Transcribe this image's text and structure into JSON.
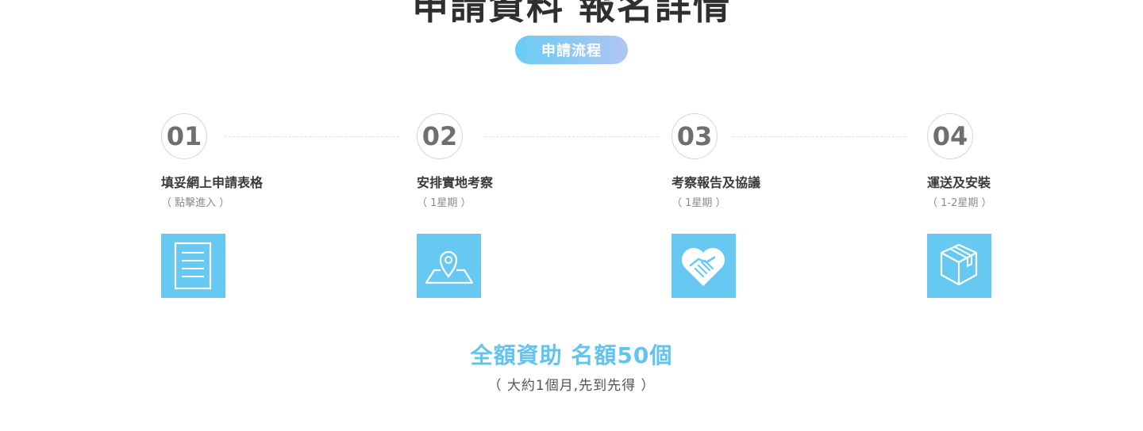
{
  "header": {
    "clipped_title": "申請資料 報名詳情"
  },
  "process_pill": "申請流程",
  "steps": [
    {
      "number": "01",
      "title": "填妥網上申請表格",
      "sub": "（ 點擊進入 ）",
      "icon": "document-icon"
    },
    {
      "number": "02",
      "title": "安排實地考察",
      "sub": "（ 1星期 ）",
      "icon": "map-pin-icon"
    },
    {
      "number": "03",
      "title": "考察報告及協議",
      "sub": "（ 1星期 ）",
      "icon": "handshake-heart-icon"
    },
    {
      "number": "04",
      "title": "運送及安裝",
      "sub": "（ 1-2星期 ）",
      "icon": "box-icon"
    }
  ],
  "quota": {
    "title": "全額資助  名額50個",
    "sub": "（ 大約1個月,先到先得 ）"
  },
  "colors": {
    "accent": "#67c8f2",
    "title_accent": "#62c4ee",
    "pill_gradient_start": "#68cdf4",
    "pill_gradient_end": "#b2c5f2"
  }
}
